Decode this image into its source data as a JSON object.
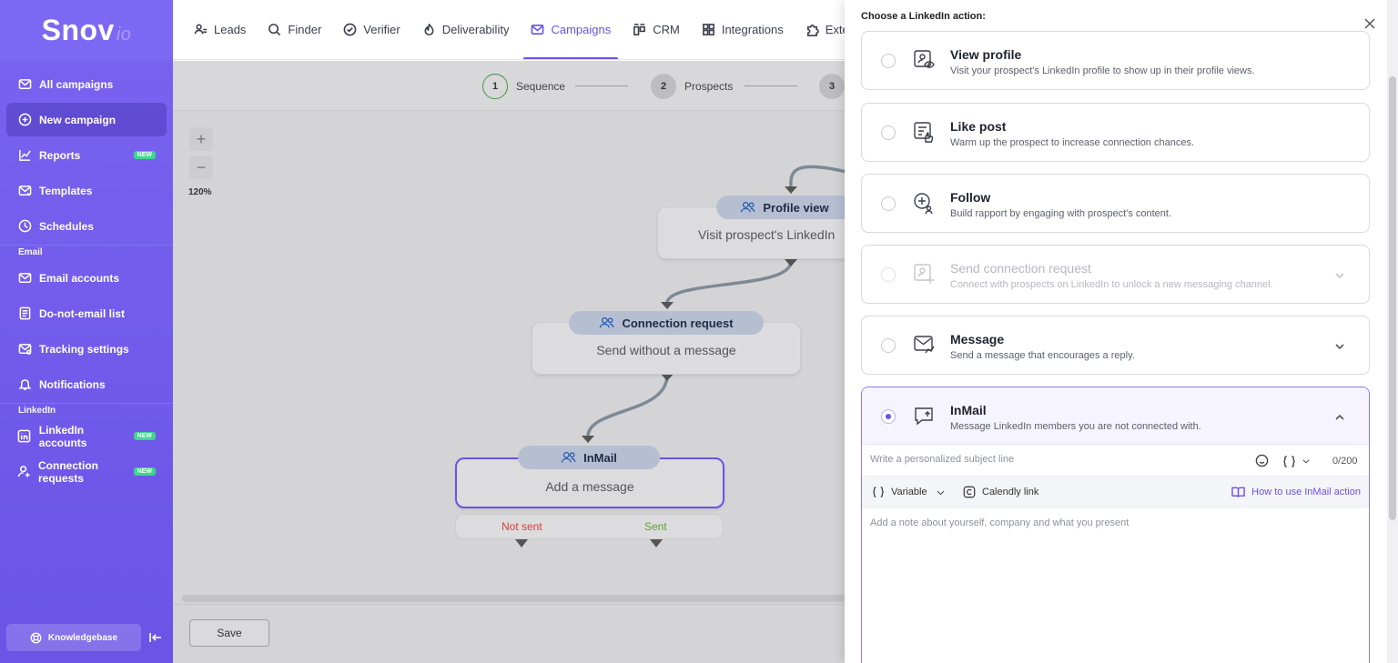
{
  "brand": {
    "name": "Snov",
    "suffix": "io"
  },
  "sidebar": {
    "items": [
      {
        "label": "All campaigns",
        "icon": "mail-icon"
      },
      {
        "label": "New campaign",
        "icon": "plus-circle-icon",
        "active": true
      },
      {
        "label": "Reports",
        "icon": "chart-icon",
        "badge": "NEW"
      },
      {
        "label": "Templates",
        "icon": "template-icon"
      },
      {
        "label": "Schedules",
        "icon": "clock-icon"
      }
    ],
    "email_section": "Email",
    "email_items": [
      {
        "label": "Email accounts",
        "icon": "mail-icon"
      },
      {
        "label": "Do-not-email list",
        "icon": "list-icon"
      },
      {
        "label": "Tracking settings",
        "icon": "tracking-icon"
      },
      {
        "label": "Notifications",
        "icon": "bell-icon"
      }
    ],
    "linkedin_section": "LinkedIn",
    "linkedin_items": [
      {
        "label": "LinkedIn accounts",
        "icon": "linkedin-icon",
        "badge": "NEW"
      },
      {
        "label": "Connection requests",
        "icon": "add-user-icon",
        "badge": "NEW"
      }
    ],
    "knowledgebase_label": "Knowledgebase"
  },
  "topnav": {
    "items": [
      {
        "label": "Leads",
        "icon": "users-icon"
      },
      {
        "label": "Finder",
        "icon": "search-icon"
      },
      {
        "label": "Verifier",
        "icon": "check-circle-icon"
      },
      {
        "label": "Deliverability",
        "icon": "flame-icon"
      },
      {
        "label": "Campaigns",
        "icon": "mail-icon",
        "active": true
      },
      {
        "label": "CRM",
        "icon": "crm-icon"
      },
      {
        "label": "Integrations",
        "icon": "grid-icon"
      },
      {
        "label": "Extensio",
        "icon": "puzzle-icon"
      }
    ]
  },
  "steps": [
    {
      "num": "1",
      "label": "Sequence",
      "current": true
    },
    {
      "num": "2",
      "label": "Prospects"
    },
    {
      "num": "3",
      "label": ""
    }
  ],
  "zoom": {
    "plus": "+",
    "minus": "−",
    "level": "120%"
  },
  "flow": {
    "profile_view": {
      "title": "Profile view",
      "body": "Visit prospect's LinkedIn"
    },
    "connection_request": {
      "title": "Connection request",
      "body": "Send without a message"
    },
    "inmail": {
      "title": "InMail",
      "body": "Add a message"
    },
    "branch": {
      "not_sent": "Not sent",
      "sent": "Sent",
      "not_sent_color": "#e53935",
      "sent_color": "#5aa02c"
    }
  },
  "footer": {
    "save_label": "Save"
  },
  "panel": {
    "title": "Choose a LinkedIn action:",
    "options": [
      {
        "title": "View profile",
        "desc": "Visit your prospect's LinkedIn profile to show up in their profile views.",
        "icon": "view-profile-icon"
      },
      {
        "title": "Like post",
        "desc": "Warm up the prospect to increase connection chances.",
        "icon": "like-post-icon"
      },
      {
        "title": "Follow",
        "desc": "Build rapport by engaging with prospect's content.",
        "icon": "follow-icon"
      },
      {
        "title": "Send connection request",
        "desc": "Connect with prospects on LinkedIn to unlock a new messaging channel.",
        "icon": "connection-request-icon",
        "disabled": true
      },
      {
        "title": "Message",
        "desc": "Send a message that encourages a reply.",
        "icon": "message-icon"
      },
      {
        "title": "InMail",
        "desc": "Message LinkedIn members you are not connected with.",
        "icon": "inmail-icon",
        "selected": true
      }
    ],
    "inmail": {
      "subject_placeholder": "Write a personalized subject line",
      "counter": "0/200",
      "variable_label": "Variable",
      "calendly_label": "Calendly link",
      "howto_label": "How to use InMail action",
      "note_placeholder": "Add a note about yourself, company and what you present"
    }
  },
  "colors": {
    "accent": "#6a52e6",
    "sidebar": "#7a63f0",
    "badge": "#3dd68c"
  }
}
